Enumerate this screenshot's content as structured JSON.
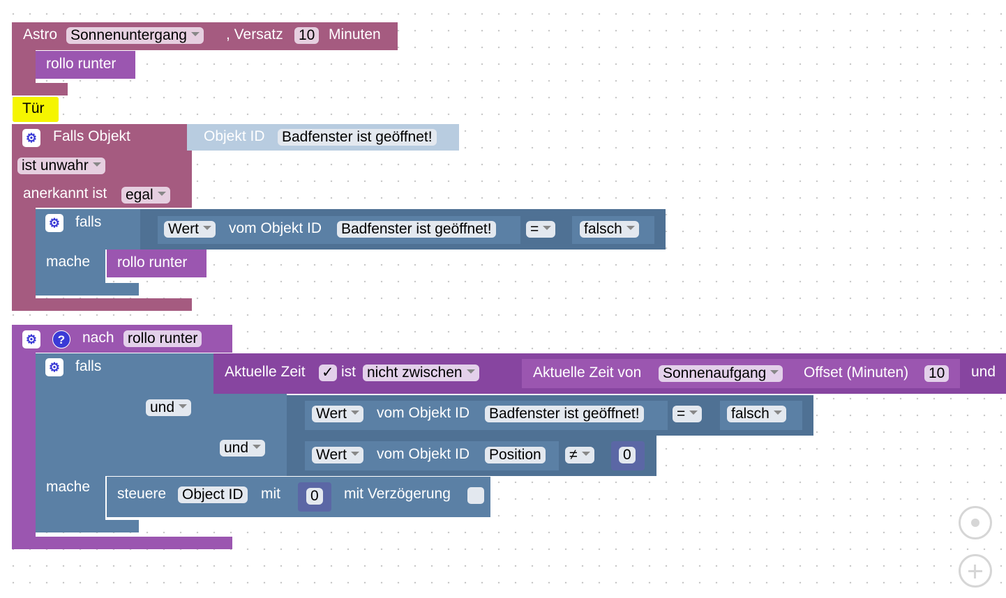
{
  "astro": {
    "label": "Astro",
    "event": "Sonnenuntergang",
    "offset_label": ", Versatz",
    "offset_value": "10",
    "unit": "Minuten",
    "call": "rollo runter"
  },
  "comment": "Tür",
  "trigger": {
    "label": "Falls Objekt",
    "object_label": "Objekt ID",
    "object_value": "Badfenster ist geöffnet!",
    "condition": "ist unwahr",
    "ack_label": "anerkannt ist",
    "ack_value": "egal",
    "if_label": "falls",
    "value_field": "Wert",
    "of_object": "vom Objekt ID",
    "object": "Badfenster ist geöffnet!",
    "op": "=",
    "bool": "falsch",
    "do_label": "mache",
    "call": "rollo runter"
  },
  "func": {
    "label": "nach",
    "name": "rollo runter",
    "if_label": "falls",
    "time_label": "Aktuelle Zeit",
    "time_check": "✓",
    "is_label": "ist",
    "between": "nicht zwischen",
    "time_from": "Aktuelle Zeit von",
    "sunrise": "Sonnenaufgang",
    "offset_label": "Offset (Minuten)",
    "offset_value": "10",
    "and_tail": "und",
    "and1": "und",
    "and2": "und",
    "c1_field": "Wert",
    "c1_of": "vom Objekt ID",
    "c1_obj": "Badfenster ist geöffnet!",
    "c1_op": "=",
    "c1_val": "falsch",
    "c2_field": "Wert",
    "c2_of": "vom Objekt ID",
    "c2_obj": "Position",
    "c2_op": "≠",
    "c2_val": "0",
    "do_label": "mache",
    "control": "steuere",
    "control_obj": "Object ID",
    "with": "mit",
    "with_val": "0",
    "delay": "mit Verzögerung"
  },
  "icons": [
    "gear-icon",
    "help-icon",
    "dropdown-arrow-icon",
    "target-icon",
    "zoom-in-icon"
  ]
}
